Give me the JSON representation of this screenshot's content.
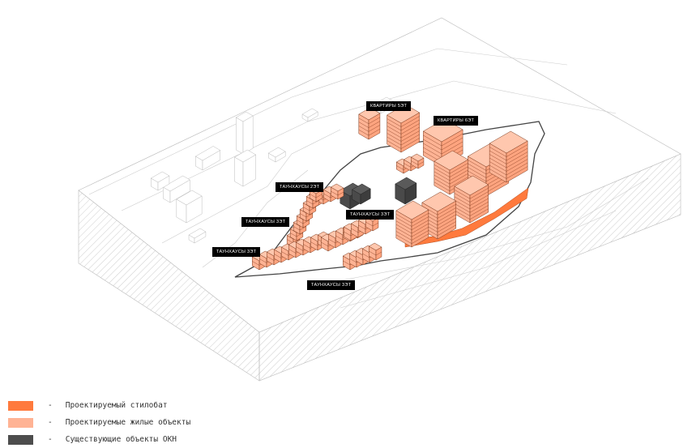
{
  "labels": {
    "apt5": "КВАРТИРЫ 5ЭТ",
    "apt6": "КВАРТИРЫ 6ЭТ",
    "th2": "ТАУНХАУСЫ 2ЭТ",
    "th3a": "ТАУНХАУСЫ 3ЭТ",
    "th3b": "ТАУНХАУСЫ 3ЭТ",
    "th3c": "ТАУНХАУСЫ 3ЭТ",
    "th3d": "ТАУНХАУСЫ 3ЭТ"
  },
  "legend": [
    {
      "dash": "-",
      "label": "Проектируемый стилобат",
      "color": "#ff7a3d"
    },
    {
      "dash": "-",
      "label": "Проектируемые жилые объекты",
      "color": "#ffb394"
    },
    {
      "dash": "-",
      "label": "Существующие объекты ОКН",
      "color": "#4d4d4d"
    }
  ]
}
